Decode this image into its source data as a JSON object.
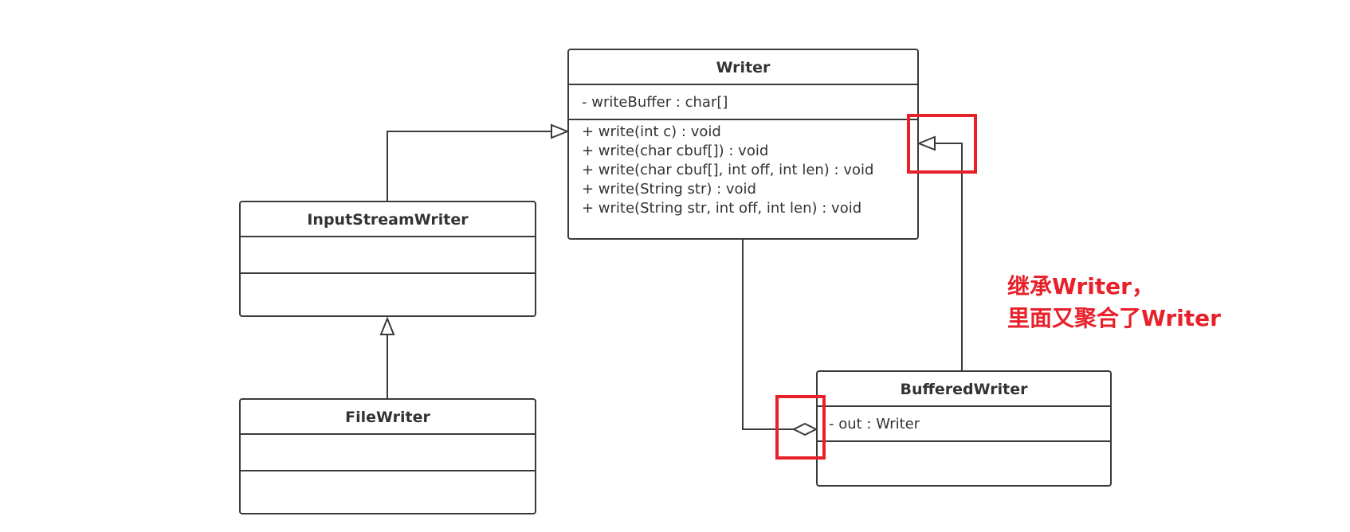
{
  "classes": {
    "writer": {
      "name": "Writer",
      "attributes": [
        "- writeBuffer : char[]"
      ],
      "operations": [
        "+ write(int c) : void",
        "+ write(char cbuf[]) : void",
        "+ write(char cbuf[], int off, int len) : void",
        "+ write(String str) : void",
        "+ write(String str, int off, int len) : void"
      ]
    },
    "input_stream_writer": {
      "name": "InputStreamWriter",
      "attributes": [],
      "operations": []
    },
    "file_writer": {
      "name": "FileWriter",
      "attributes": [],
      "operations": []
    },
    "buffered_writer": {
      "name": "BufferedWriter",
      "attributes": [
        "- out :  Writer"
      ],
      "operations": []
    }
  },
  "relations": [
    {
      "type": "inheritance",
      "from": "InputStreamWriter",
      "to": "Writer"
    },
    {
      "type": "inheritance",
      "from": "FileWriter",
      "to": "InputStreamWriter"
    },
    {
      "type": "inheritance",
      "from": "BufferedWriter",
      "to": "Writer"
    },
    {
      "type": "aggregation",
      "whole": "BufferedWriter",
      "part": "Writer"
    }
  ],
  "annotation": {
    "line1": "继承Writer，",
    "line2": "里面又聚合了Writer"
  },
  "colors": {
    "line": "#3a3a3a",
    "highlight": "#e8202a"
  }
}
